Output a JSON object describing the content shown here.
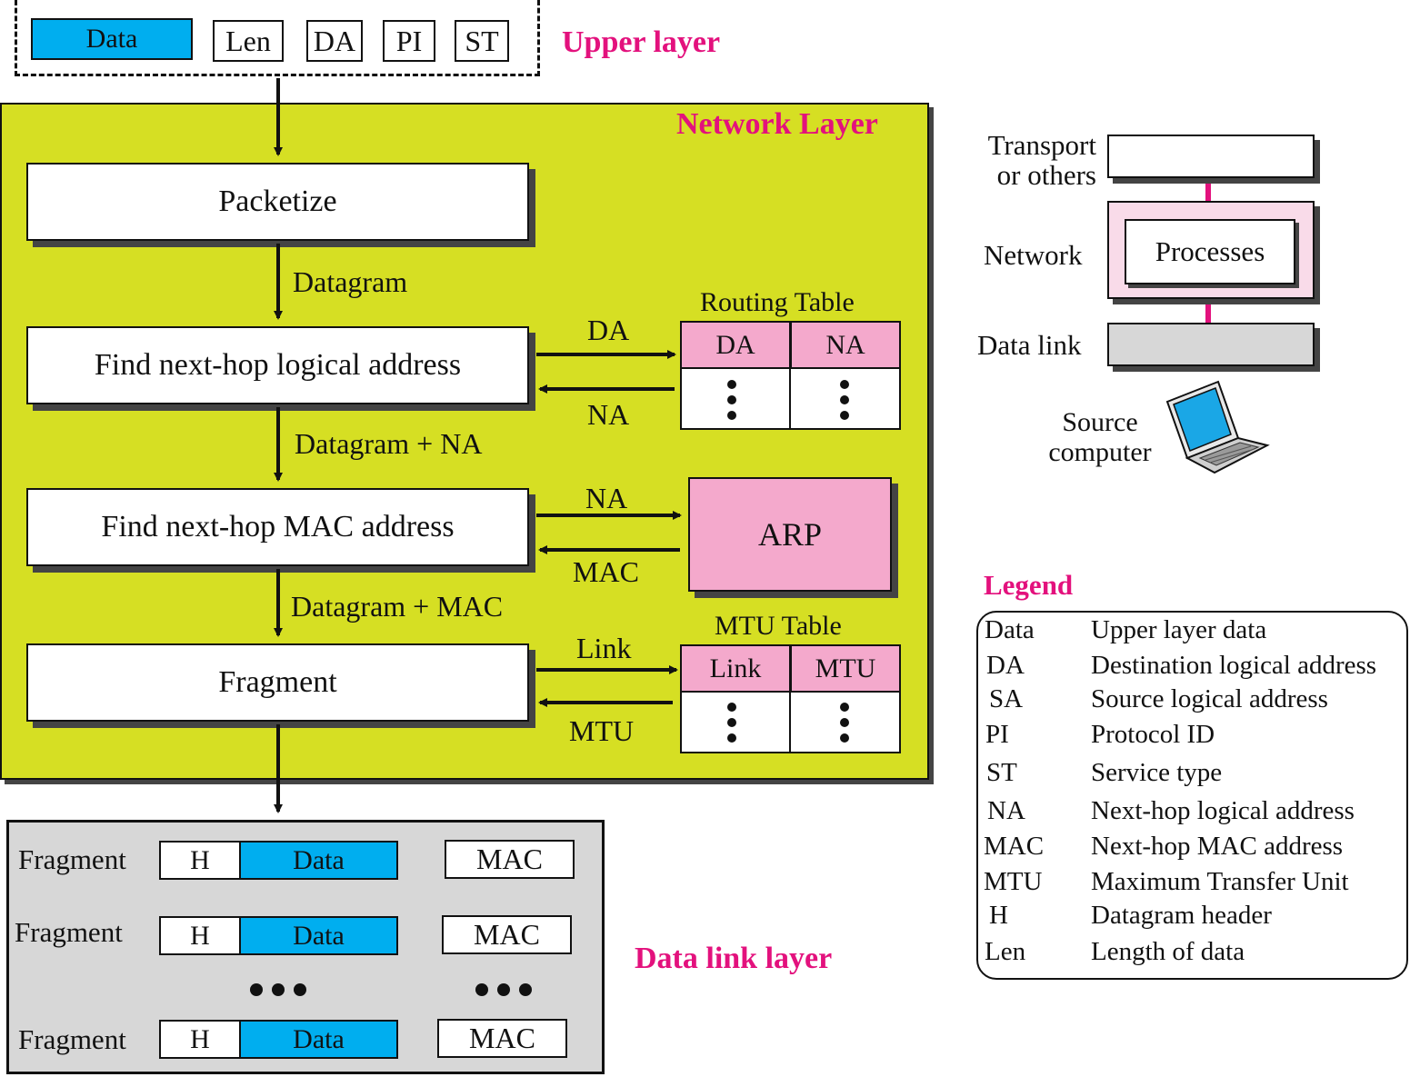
{
  "colors": {
    "network_bg": "#d6df23",
    "pink_accent": "#e3117d",
    "pink_fill": "#f4a9cc",
    "cyan": "#00aeef",
    "gray_fill": "#d7d7d7"
  },
  "upper_layer": {
    "title": "Upper layer",
    "fields": [
      "Data",
      "Len",
      "DA",
      "PI",
      "ST"
    ]
  },
  "network_layer": {
    "title": "Network Layer",
    "steps": {
      "packetize": "Packetize",
      "find_logical": "Find next-hop logical address",
      "find_mac": "Find next-hop MAC address",
      "fragment": "Fragment"
    },
    "flows": {
      "datagram": "Datagram",
      "datagram_na": "Datagram + NA",
      "datagram_mac": "Datagram + MAC"
    },
    "routing": {
      "title": "Routing Table",
      "headers": [
        "DA",
        "NA"
      ],
      "out_label": "DA",
      "in_label": "NA"
    },
    "arp": {
      "name": "ARP",
      "out_label": "NA",
      "in_label": "MAC"
    },
    "mtu": {
      "title": "MTU Table",
      "headers": [
        "Link",
        "MTU"
      ],
      "out_label": "Link",
      "in_label": "MTU"
    }
  },
  "stack": {
    "transport": "Transport\nor others",
    "network": "Network",
    "processes": "Processes",
    "datalink": "Data link",
    "source": "Source\ncomputer"
  },
  "data_link": {
    "title": "Data link layer",
    "rows": [
      {
        "label": "Fragment",
        "h": "H",
        "data": "Data",
        "mac": "MAC"
      },
      {
        "label": "Fragment",
        "h": "H",
        "data": "Data",
        "mac": "MAC"
      },
      {
        "label": "Fragment",
        "h": "H",
        "data": "Data",
        "mac": "MAC"
      }
    ]
  },
  "legend": {
    "title": "Legend",
    "items": [
      {
        "abbr": "Data",
        "desc": "Upper layer data"
      },
      {
        "abbr": "DA",
        "desc": "Destination logical address"
      },
      {
        "abbr": "SA",
        "desc": "Source logical address"
      },
      {
        "abbr": "PI",
        "desc": "Protocol ID"
      },
      {
        "abbr": "ST",
        "desc": "Service type"
      },
      {
        "abbr": "NA",
        "desc": "Next-hop logical address"
      },
      {
        "abbr": "MAC",
        "desc": "Next-hop MAC address"
      },
      {
        "abbr": "MTU",
        "desc": "Maximum Transfer Unit"
      },
      {
        "abbr": "H",
        "desc": "Datagram header"
      },
      {
        "abbr": "Len",
        "desc": "Length of data"
      }
    ]
  }
}
